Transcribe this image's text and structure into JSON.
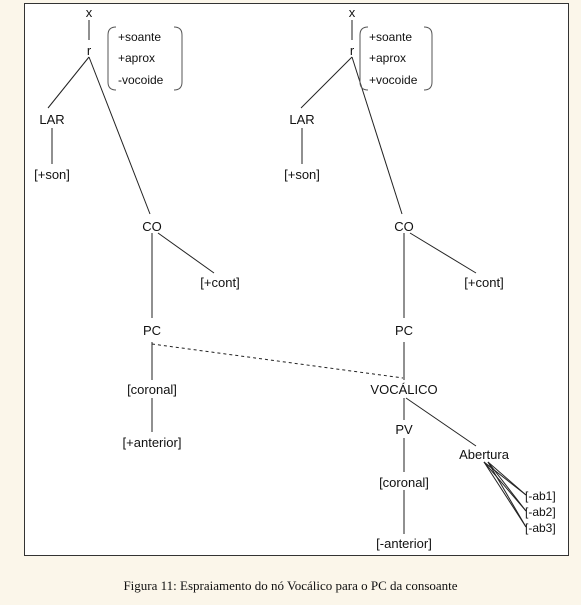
{
  "tree_left": {
    "x": "x",
    "r": "r",
    "features": [
      "+soante",
      "+aprox",
      "-vocoide"
    ],
    "lar": "LAR",
    "son": "[+son]",
    "co": "CO",
    "cont": "[+cont]",
    "pc": "PC",
    "coronal": "[coronal]",
    "anterior": "[+anterior]"
  },
  "tree_right": {
    "x": "x",
    "r": "r",
    "features": [
      "+soante",
      "+aprox",
      "+vocoide"
    ],
    "lar": "LAR",
    "son": "[+son]",
    "co": "CO",
    "cont": "[+cont]",
    "pc": "PC",
    "vocalico": "VOCÁLICO",
    "pv": "PV",
    "abertura": "Abertura",
    "coronal": "[coronal]",
    "anterior": "[-anterior]",
    "ab": [
      "[-ab1]",
      "[-ab2]",
      "[-ab3]"
    ]
  },
  "caption": "Figura 11: Espraiamento do nó Vocálico para o PC da consoante"
}
